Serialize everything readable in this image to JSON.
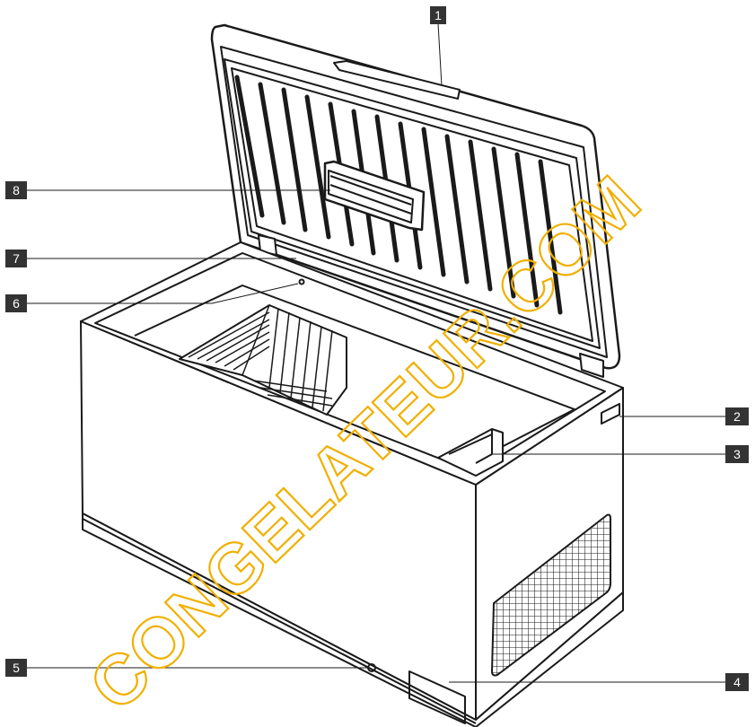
{
  "colors": {
    "line": "#1a1a1a",
    "callout_box": "#333333",
    "callout_text": "#ffffff",
    "watermark": "#f0b000"
  },
  "callouts": [
    {
      "number": "1"
    },
    {
      "number": "2"
    },
    {
      "number": "3"
    },
    {
      "number": "4"
    },
    {
      "number": "5"
    },
    {
      "number": "6"
    },
    {
      "number": "7"
    },
    {
      "number": "8"
    }
  ],
  "watermark": {
    "text": "CONGELATEUR.COM"
  }
}
